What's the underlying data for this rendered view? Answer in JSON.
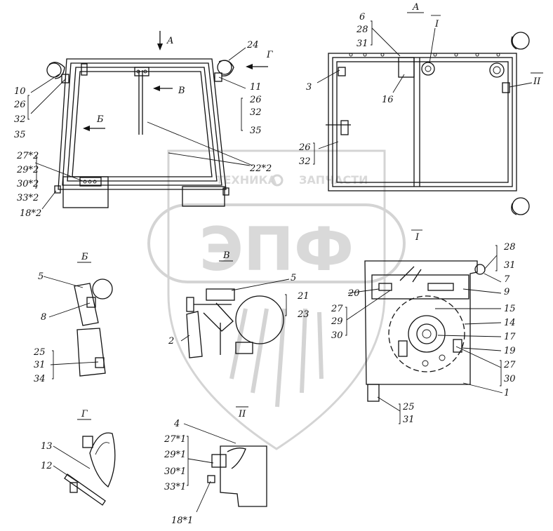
{
  "watermark": {
    "brand": "ЭПФ",
    "tagline_left": "ТЕХНИКА",
    "tagline_right": "ЗАПЧАСТИ",
    "gear_glyph": "gear-icon"
  },
  "sections": {
    "A_top": "A",
    "A_arrow": "A",
    "B": "Б",
    "V": "В",
    "G": "Г",
    "I": "I",
    "II": "II"
  },
  "arrows": {
    "A": "A",
    "G": "Г",
    "V": "В",
    "B": "Б"
  },
  "labels_main": [
    "24",
    "10",
    "26",
    "32",
    "35",
    "11",
    "26",
    "32",
    "35",
    "27*2",
    "29*2",
    "30*2",
    "33*2",
    "18*2",
    "22*2"
  ],
  "labels_topview": [
    "6",
    "28",
    "31",
    "3",
    "16",
    "26",
    "32"
  ],
  "labels_B": [
    "5",
    "8",
    "25",
    "31",
    "34"
  ],
  "labels_V": [
    "5",
    "21",
    "23",
    "2"
  ],
  "labels_I": [
    "28",
    "31",
    "7",
    "9",
    "20",
    "27",
    "29",
    "30",
    "15",
    "14",
    "17",
    "19",
    "27",
    "30",
    "1",
    "25",
    "31"
  ],
  "labels_G": [
    "13",
    "12"
  ],
  "labels_II": [
    "4",
    "27*1",
    "29*1",
    "30*1",
    "33*1",
    "18*1"
  ]
}
